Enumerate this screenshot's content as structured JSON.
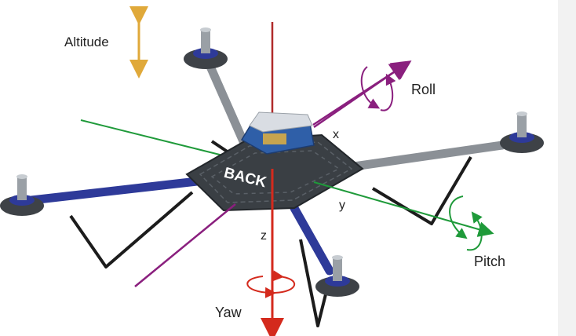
{
  "labels": {
    "altitude": "Altitude",
    "roll": "Roll",
    "pitch": "Pitch",
    "yaw": "Yaw",
    "x_axis": "x",
    "y_axis": "y",
    "z_axis": "z",
    "back": "BACK"
  },
  "colors": {
    "altitude": "#e0a93a",
    "roll": "#8a1f7e",
    "pitch": "#1f9a3a",
    "yaw": "#d42a1d",
    "frame": "#3a3f44",
    "arm_blue": "#2e3a99",
    "arm_grey": "#8b9096",
    "motor": "#3e4247",
    "leg": "#1c1c1c"
  },
  "icons": [
    "altitude-arrow-icon",
    "roll-rotation-icon",
    "pitch-rotation-icon",
    "yaw-rotation-icon",
    "quadcopter-icon"
  ]
}
